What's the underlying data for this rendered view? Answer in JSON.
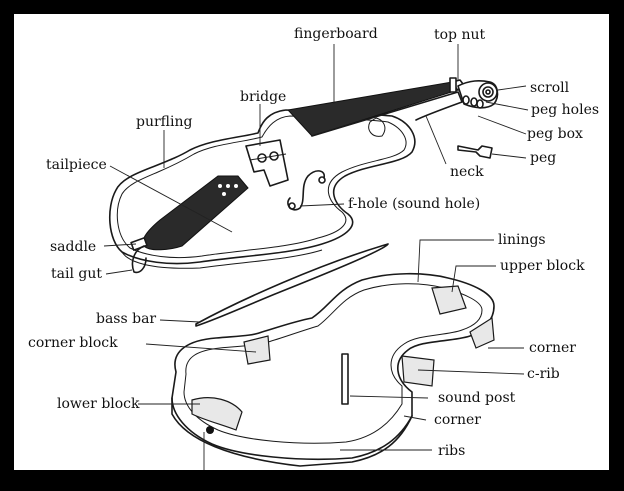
{
  "labels": {
    "fingerboard": "fingerboard",
    "top_nut": "top nut",
    "scroll": "scroll",
    "peg_holes": "peg holes",
    "peg_box": "peg box",
    "peg": "peg",
    "neck": "neck",
    "bridge": "bridge",
    "purfling": "purfling",
    "tailpiece": "tailpiece",
    "f_hole": "f-hole (sound hole)",
    "saddle": "saddle",
    "tail_gut": "tail gut",
    "linings": "linings",
    "upper_block": "upper block",
    "bass_bar": "bass bar",
    "corner_block": "corner block",
    "corner_right": "corner",
    "c_rib": "c-rib",
    "sound_post": "sound post",
    "lower_block": "lower block",
    "corner_lower": "corner",
    "ribs": "ribs"
  }
}
